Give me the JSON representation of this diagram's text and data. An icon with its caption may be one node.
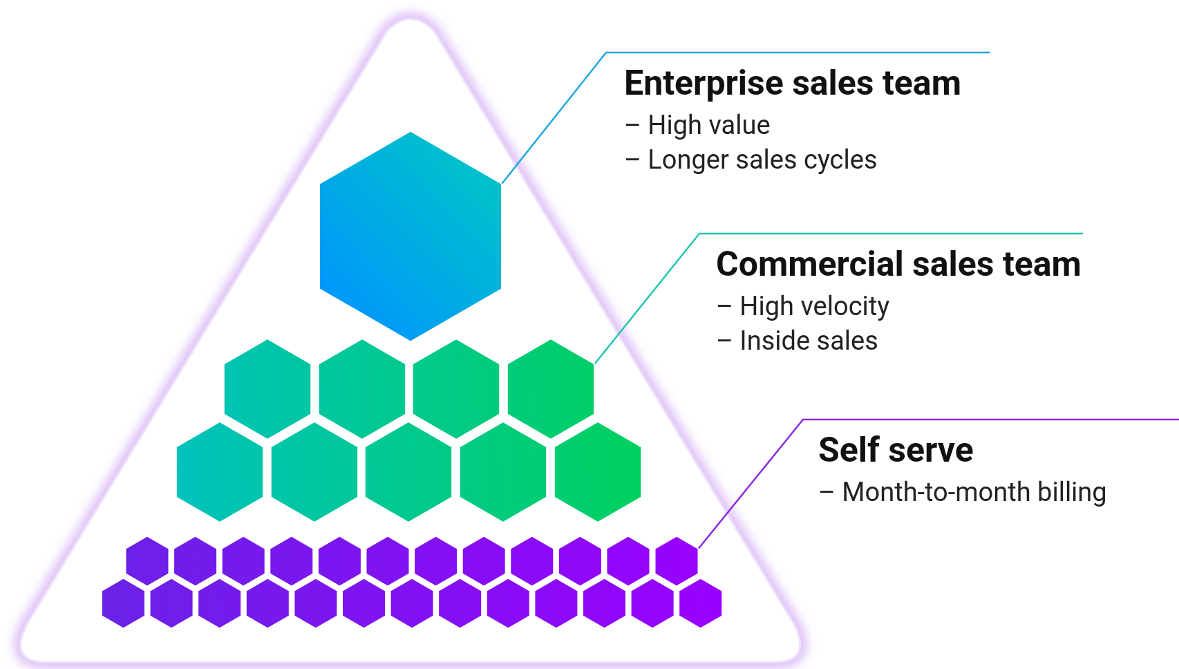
{
  "diagram": {
    "nodes": [
      {
        "text": [
          "Enterprise sales team",
          "– High value",
          "– Longer sales cycles"
        ]
      },
      {
        "text": [],
        "shape": "hexagon"
      },
      {
        "text": [
          "Commercial sales team",
          "– High velocity",
          "– Inside sales"
        ]
      },
      {
        "text": [],
        "shape": "hexagon"
      },
      {
        "text": [
          "Self serve",
          "– Month-to-month billing"
        ]
      },
      {
        "text": [],
        "shape": "hexagon"
      }
    ],
    "edges": [
      {
        "from": 0,
        "to": 1,
        "arrow": "none",
        "color": "#1ea8e0"
      },
      {
        "from": 2,
        "to": 3,
        "arrow": "none",
        "color": "#22c5b0"
      },
      {
        "from": 4,
        "to": 5,
        "arrow": "none",
        "color": "#8a2be2"
      }
    ]
  }
}
